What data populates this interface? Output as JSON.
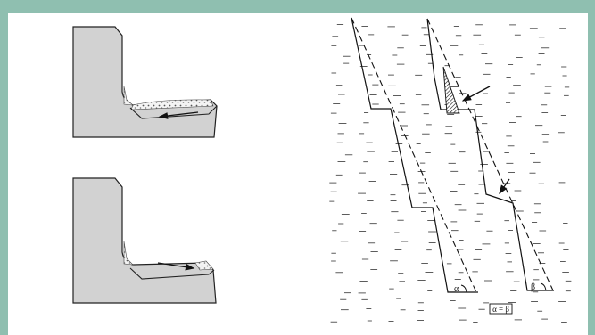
{
  "figure": {
    "angle_alpha": "α",
    "angle_beta": "β",
    "equation": "α = β"
  }
}
